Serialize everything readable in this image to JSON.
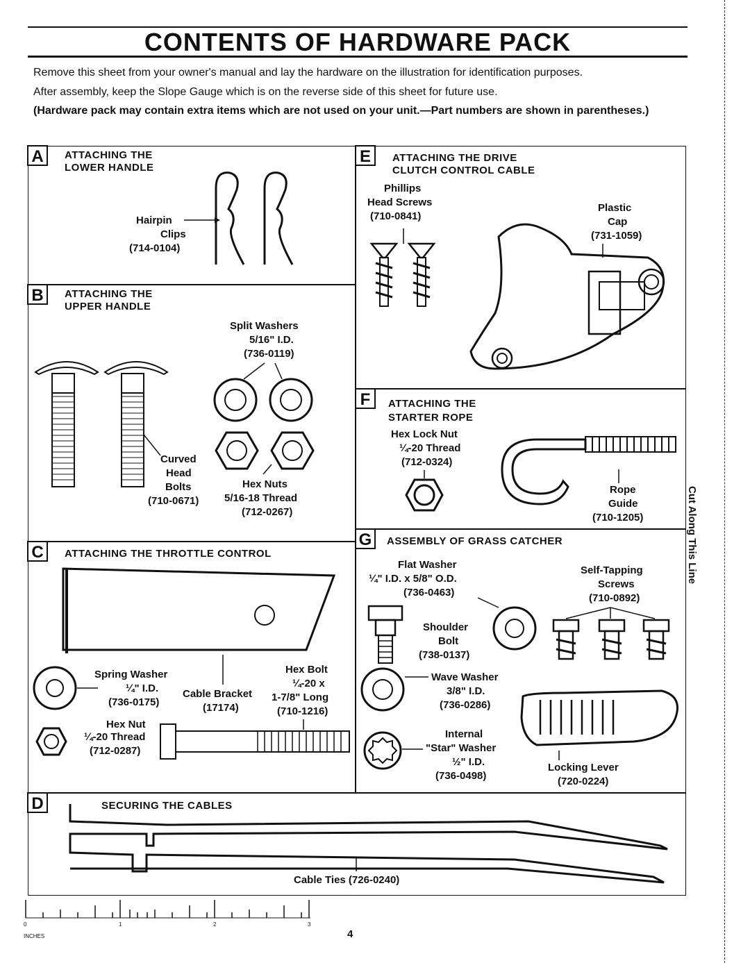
{
  "title": "CONTENTS OF HARDWARE PACK",
  "intro": {
    "line1": "Remove this sheet from your owner's manual and lay the hardware on the illustration for identification purposes.",
    "line2": "After assembly, keep the Slope Gauge which is on the reverse side of this sheet for future use.",
    "bold": "(Hardware pack may contain extra items which are not used on your unit.—Part numbers are shown in parentheses.)"
  },
  "sections": {
    "A": {
      "letter": "A",
      "heading1": "ATTACHING THE",
      "heading2": "LOWER HANDLE",
      "items": {
        "clips": [
          "Hairpin",
          "Clips",
          "(714-0104)"
        ]
      }
    },
    "B": {
      "letter": "B",
      "heading1": "ATTACHING THE",
      "heading2": "UPPER HANDLE",
      "items": {
        "washers": [
          "Split Washers",
          "5/16\" I.D.",
          "(736-0119)"
        ],
        "bolts": [
          "Curved",
          "Head",
          "Bolts",
          "(710-0671)"
        ],
        "nuts": [
          "Hex Nuts",
          "5/16-18 Thread",
          "(712-0267)"
        ]
      }
    },
    "C": {
      "letter": "C",
      "heading1": "ATTACHING THE THROTTLE CONTROL",
      "items": {
        "spring_washer": [
          "Spring Washer",
          "¼\" I.D.",
          "(736-0175)"
        ],
        "bracket": [
          "Cable Bracket",
          "(17174)"
        ],
        "hex_bolt": [
          "Hex Bolt",
          "¼-20 x",
          "1-7/8\" Long",
          "(710-1216)"
        ],
        "hex_nut": [
          "Hex Nut",
          "¼-20 Thread",
          "(712-0287)"
        ]
      }
    },
    "D": {
      "letter": "D",
      "heading1": "SECURING THE CABLES",
      "items": {
        "ties": "Cable Ties (726-0240)"
      }
    },
    "E": {
      "letter": "E",
      "heading1": "ATTACHING THE DRIVE",
      "heading2": "CLUTCH CONTROL CABLE",
      "items": {
        "screws": [
          "Phillips",
          "Head Screws",
          "(710-0841)"
        ],
        "cap": [
          "Plastic",
          "Cap",
          "(731-1059)"
        ]
      }
    },
    "F": {
      "letter": "F",
      "heading1": "ATTACHING THE",
      "heading2": "STARTER ROPE",
      "items": {
        "nut": [
          "Hex Lock Nut",
          "¼-20 Thread",
          "(712-0324)"
        ],
        "guide": [
          "Rope",
          "Guide",
          "(710-1205)"
        ]
      }
    },
    "G": {
      "letter": "G",
      "heading1": "ASSEMBLY OF GRASS CATCHER",
      "items": {
        "flat_washer": [
          "Flat Washer",
          "¼\" I.D. x 5/8\" O.D.",
          "(736-0463)"
        ],
        "shoulder_bolt": [
          "Shoulder",
          "Bolt",
          "(738-0137)"
        ],
        "screws": [
          "Self-Tapping",
          "Screws",
          "(710-0892)"
        ],
        "wave_washer": [
          "Wave Washer",
          "3/8\" I.D.",
          "(736-0286)"
        ],
        "star_washer": [
          "Internal",
          "\"Star\" Washer",
          "½\" I.D.",
          "(736-0498)"
        ],
        "lever": [
          "Locking Lever",
          "(720-0224)"
        ]
      }
    }
  },
  "ruler": {
    "unit": "INCHES",
    "marks": [
      "0",
      "1",
      "2",
      "3"
    ]
  },
  "cut_line": "Cut Along This Line",
  "page_number": "4"
}
